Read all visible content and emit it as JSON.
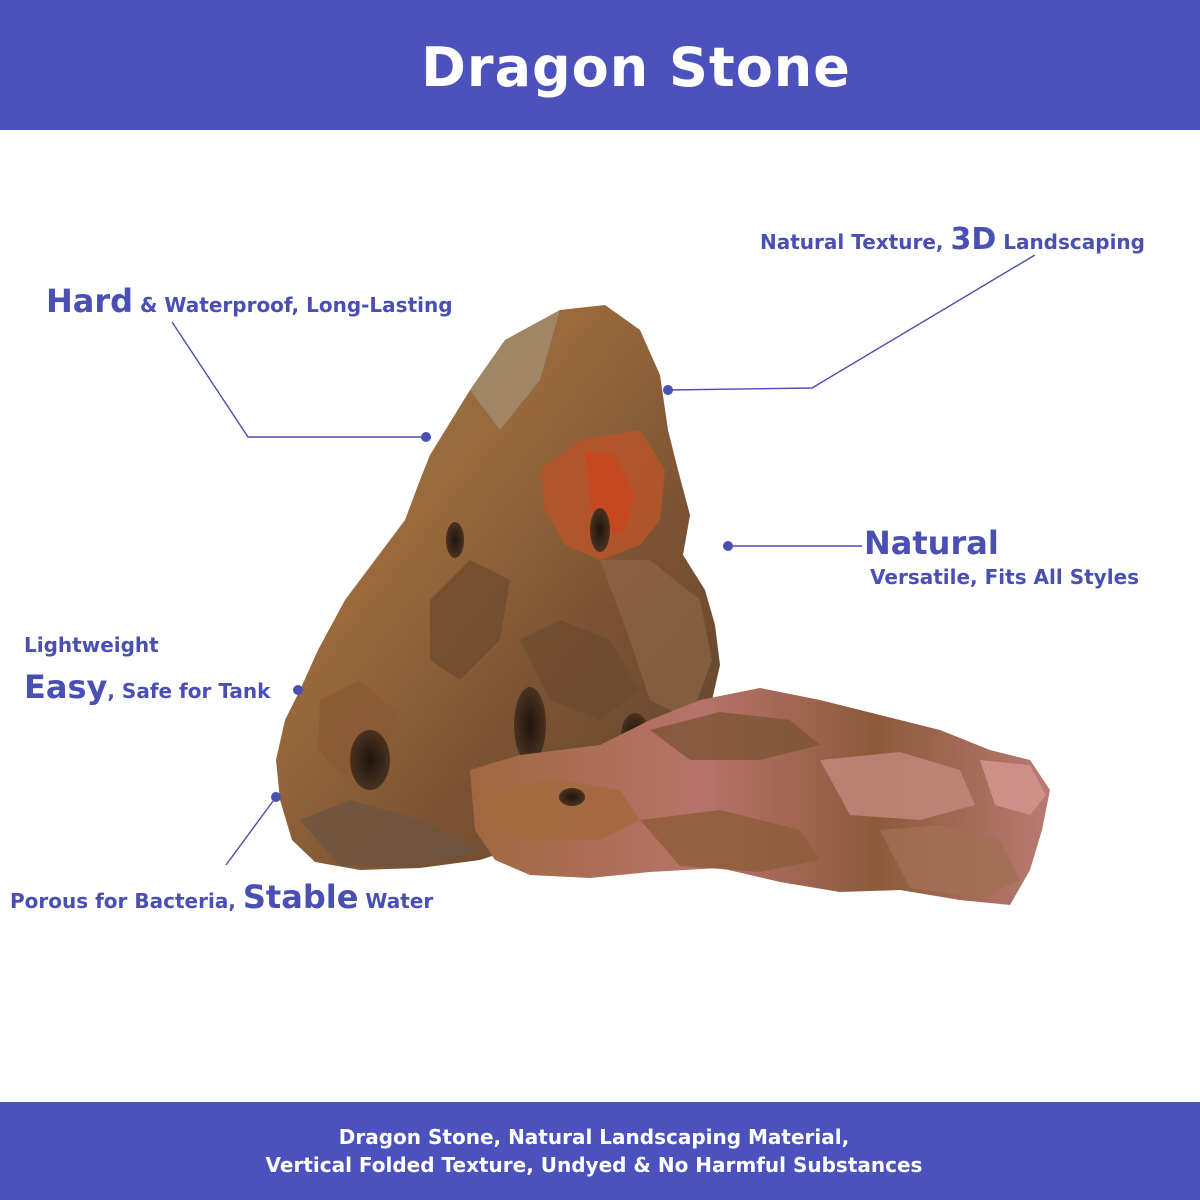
{
  "header": {
    "title": "Dragon Stone"
  },
  "callouts": {
    "texture": {
      "prefix": "Natural Texture, ",
      "emphasis": "3D",
      "suffix": " Landscaping"
    },
    "hard": {
      "emphasis": "Hard",
      "suffix": " & Waterproof, Long-Lasting"
    },
    "natural": {
      "emphasis": "Natural",
      "sub": "Versatile, Fits All Styles"
    },
    "easy": {
      "line1": "Lightweight",
      "emphasis": "Easy",
      "suffix": ", Safe for Tank"
    },
    "stable": {
      "prefix": "Porous for Bacteria, ",
      "emphasis": "Stable",
      "suffix": " Water"
    }
  },
  "footer": {
    "line1": "Dragon Stone, Natural Landscaping Material,",
    "line2": "Vertical Folded Texture, Undyed & No Harmful Substances"
  },
  "colors": {
    "brand": "#4b52bd",
    "text_accent": "#4a4fb3",
    "background": "#ffffff"
  }
}
